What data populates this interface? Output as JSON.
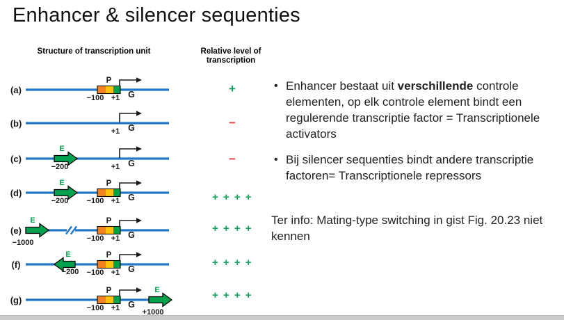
{
  "slide": {
    "title": "Enhancer & silencer sequenties"
  },
  "columns": {
    "structure_header": "Structure of transcription unit",
    "level_header_line1": "Relative level of",
    "level_header_line2": "transcription"
  },
  "colors": {
    "dna_line": "#2377C8",
    "promoter_orange": "#F58220",
    "promoter_yellow": "#FFC20D",
    "promoter_green": "#00A24E",
    "enhancer_fill": "#00A24E",
    "enhancer_label": "#00A24E",
    "plus": "#10A25A",
    "minus": "#E03C41",
    "ink": "#1a1a1a"
  },
  "diagram": {
    "rows": [
      {
        "label": "(a)",
        "promoter": true,
        "promoter_label": "P",
        "left_coord": "−100",
        "start_coord": "+1",
        "gene": "G",
        "enhancer": null,
        "line_break": false,
        "level": {
          "text": "+",
          "color": "plus"
        }
      },
      {
        "label": "(b)",
        "promoter": false,
        "promoter_label": "",
        "left_coord": "",
        "start_coord": "+1",
        "gene": "G",
        "enhancer": null,
        "line_break": false,
        "level": {
          "text": "−",
          "color": "minus"
        }
      },
      {
        "label": "(c)",
        "promoter": false,
        "promoter_label": "",
        "left_coord": "",
        "start_coord": "+1",
        "gene": "G",
        "enhancer": {
          "label": "E",
          "coord": "−200",
          "slot": "upstream",
          "direction": "right"
        },
        "line_break": false,
        "level": {
          "text": "−",
          "color": "minus"
        }
      },
      {
        "label": "(d)",
        "promoter": true,
        "promoter_label": "P",
        "left_coord": "−100",
        "start_coord": "+1",
        "gene": "G",
        "enhancer": {
          "label": "E",
          "coord": "−200",
          "slot": "upstream",
          "direction": "right"
        },
        "line_break": false,
        "level": {
          "text": "+ + + +",
          "color": "plus"
        }
      },
      {
        "label": "(e)",
        "promoter": true,
        "promoter_label": "P",
        "left_coord": "−100",
        "start_coord": "+1",
        "gene": "G",
        "enhancer": {
          "label": "E",
          "coord": "−1000",
          "slot": "far_upstream",
          "direction": "right"
        },
        "line_break": true,
        "level": {
          "text": "+ + + +",
          "color": "plus"
        }
      },
      {
        "label": "(f)",
        "promoter": true,
        "promoter_label": "P",
        "left_coord": "−100",
        "start_coord": "+1",
        "gene": "G",
        "enhancer": {
          "label": "E",
          "coord": "−200",
          "slot": "upstream",
          "direction": "left"
        },
        "line_break": false,
        "level": {
          "text": "+ + + +",
          "color": "plus"
        }
      },
      {
        "label": "(g)",
        "promoter": true,
        "promoter_label": "P",
        "left_coord": "−100",
        "start_coord": "+1",
        "gene": "G",
        "enhancer": {
          "label": "E",
          "coord": "+1000",
          "slot": "downstream",
          "direction": "right"
        },
        "line_break": false,
        "level": {
          "text": "+ + + +",
          "color": "plus"
        }
      }
    ]
  },
  "notes": {
    "bullet1_pre": "Enhancer bestaat uit ",
    "bullet1_bold": "verschillende",
    "bullet1_post": " controle elementen, op elk controle element bindt een regulerende transcriptie factor = Transcriptionele activators",
    "bullet2": "Bij silencer sequenties bindt andere transcriptie factoren= Transcriptionele repressors",
    "info": "Ter info: Mating-type switching in gist Fig. 20.23 niet kennen",
    "bullet_glyph": "•"
  }
}
